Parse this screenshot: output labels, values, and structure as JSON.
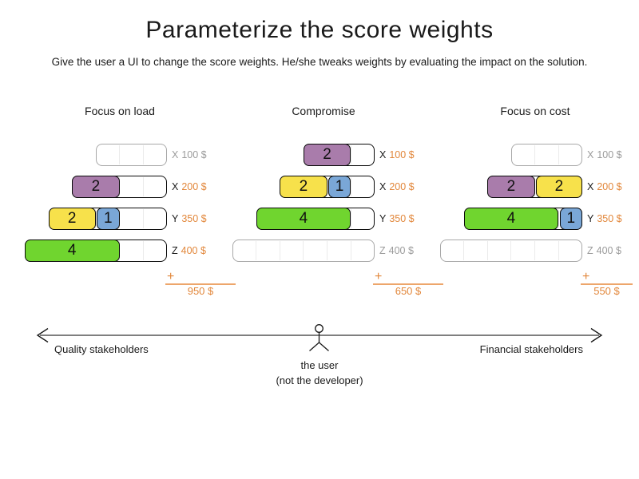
{
  "title": "Parameterize the score weights",
  "subtitle": "Give the user a UI to change the score weights. He/she tweaks weights by evaluating the impact on the solution.",
  "colors": {
    "purple": "#a97cab",
    "yellow": "#f7e14b",
    "blue": "#7aa7d7",
    "green": "#70d52f",
    "orange_text": "#e2873b",
    "orange_line": "#eda66b",
    "inactive_gray": "#9b9b9b",
    "axis_gray": "#7f7f7f"
  },
  "columns": [
    {
      "header": "Focus on load",
      "plus": "+",
      "total": "950 $",
      "rows": [
        {
          "letter": "X",
          "amount": "100 $",
          "active": false,
          "units": 3,
          "blocks": []
        },
        {
          "letter": "X",
          "amount": "200 $",
          "active": true,
          "units": 4,
          "blocks": [
            {
              "value": "2",
              "color": "purple",
              "units": 2
            }
          ]
        },
        {
          "letter": "Y",
          "amount": "350 $",
          "active": true,
          "units": 5,
          "blocks": [
            {
              "value": "2",
              "color": "yellow",
              "units": 2
            },
            {
              "value": "1",
              "color": "blue",
              "units": 1
            }
          ]
        },
        {
          "letter": "Z",
          "amount": "400 $",
          "active": true,
          "units": 6,
          "blocks": [
            {
              "value": "4",
              "color": "green",
              "units": 4
            }
          ]
        }
      ]
    },
    {
      "header": "Compromise",
      "plus": "+",
      "total": "650 $",
      "rows": [
        {
          "letter": "X",
          "amount": "100 $",
          "active": true,
          "units": 3,
          "blocks": [
            {
              "value": "2",
              "color": "purple",
              "units": 2
            }
          ]
        },
        {
          "letter": "X",
          "amount": "200 $",
          "active": true,
          "units": 4,
          "blocks": [
            {
              "value": "2",
              "color": "yellow",
              "units": 2
            },
            {
              "value": "1",
              "color": "blue",
              "units": 1
            }
          ]
        },
        {
          "letter": "Y",
          "amount": "350 $",
          "active": true,
          "units": 5,
          "blocks": [
            {
              "value": "4",
              "color": "green",
              "units": 4
            }
          ]
        },
        {
          "letter": "Z",
          "amount": "400 $",
          "active": false,
          "units": 6,
          "blocks": []
        }
      ]
    },
    {
      "header": "Focus on cost",
      "plus": "+",
      "total": "550 $",
      "rows": [
        {
          "letter": "X",
          "amount": "100 $",
          "active": false,
          "units": 3,
          "blocks": []
        },
        {
          "letter": "X",
          "amount": "200 $",
          "active": true,
          "units": 4,
          "blocks": [
            {
              "value": "2",
              "color": "purple",
              "units": 2
            },
            {
              "value": "2",
              "color": "yellow",
              "units": 2
            }
          ]
        },
        {
          "letter": "Y",
          "amount": "350 $",
          "active": true,
          "units": 5,
          "blocks": [
            {
              "value": "4",
              "color": "green",
              "units": 4
            },
            {
              "value": "1",
              "color": "blue",
              "units": 1
            }
          ]
        },
        {
          "letter": "Z",
          "amount": "400 $",
          "active": false,
          "units": 6,
          "blocks": []
        }
      ]
    }
  ],
  "axis": {
    "left_label": "Quality stakeholders",
    "right_label": "Financial stakeholders",
    "user_line1": "the user",
    "user_line2": "(not the developer)"
  }
}
